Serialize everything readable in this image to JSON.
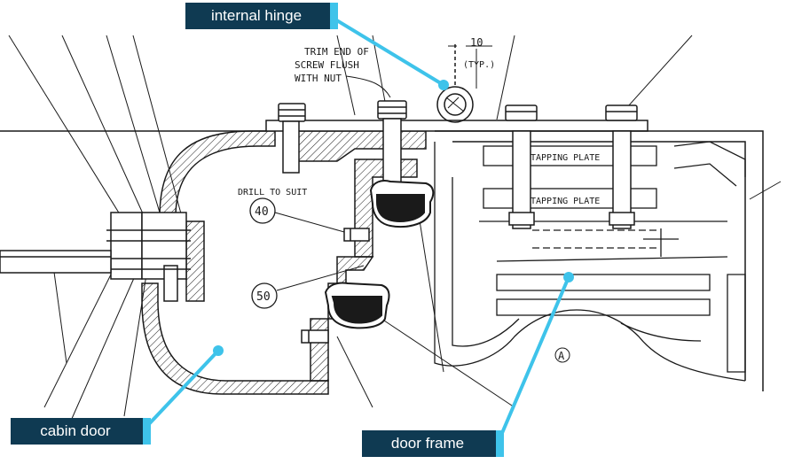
{
  "labels": {
    "internal_hinge": "internal hinge",
    "cabin_door": "cabin door",
    "door_frame": "door frame"
  },
  "annotations": {
    "trim_line1": "TRIM END OF",
    "trim_line2": "SCREW FLUSH",
    "trim_line3": "WITH NUT",
    "dimension": "10",
    "dimension_note": "(TYP.)",
    "drill": "DRILL TO SUIT",
    "ref_40": "40",
    "ref_50": "50",
    "tapping_plate_1": "TAPPING PLATE",
    "tapping_plate_2": "TAPPING PLATE",
    "section_marker": "A"
  },
  "colors": {
    "callout_bg": "#0f3a52",
    "callout_accent": "#3ec3ea",
    "leader": "#3ec3ea",
    "ink": "#1a1a1a"
  }
}
